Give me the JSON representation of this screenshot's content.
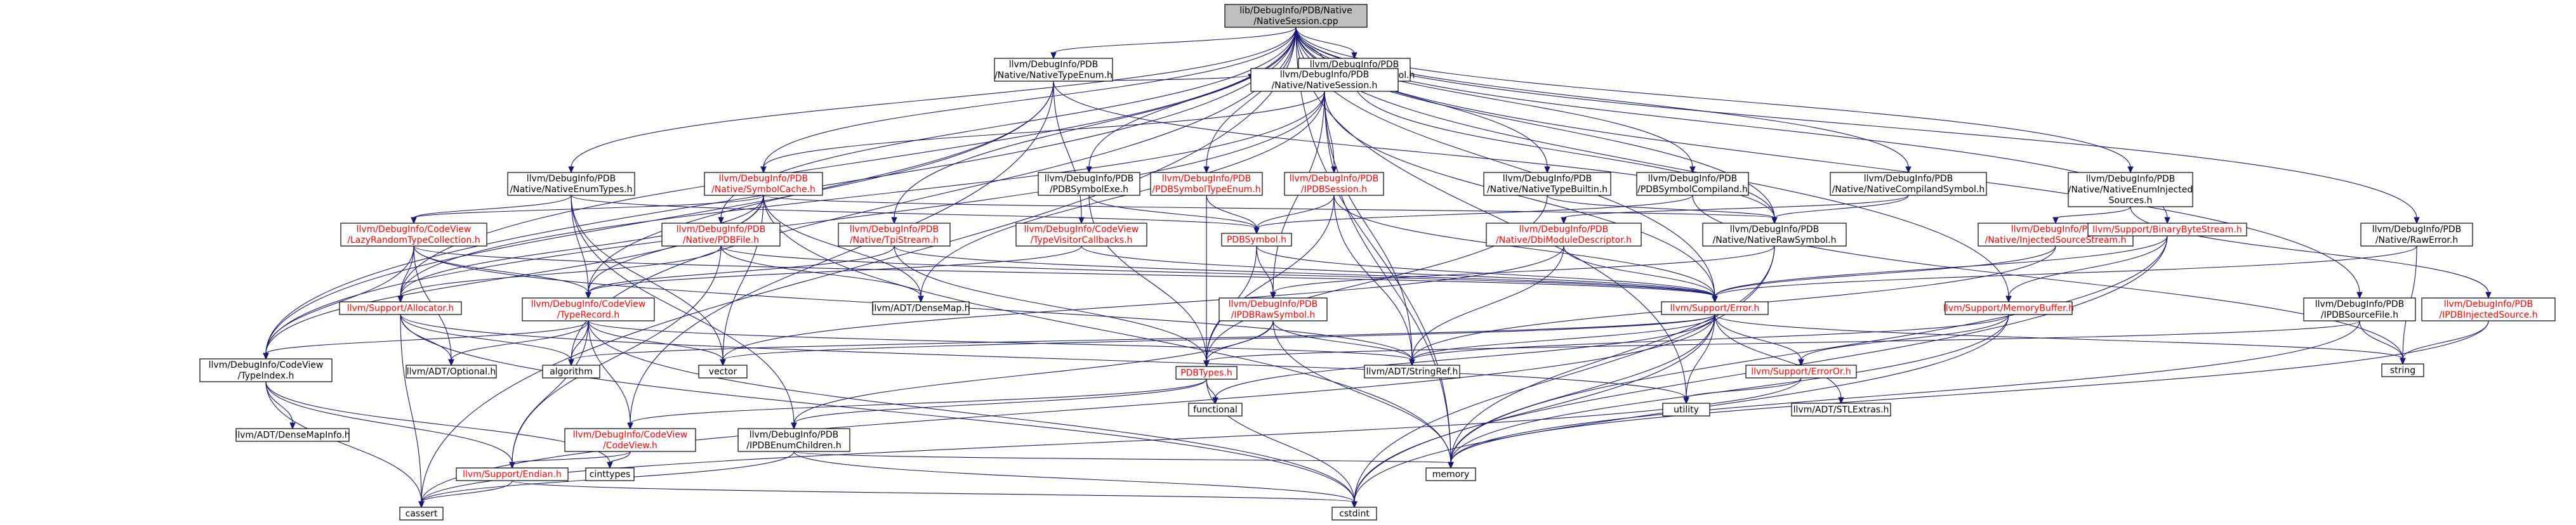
{
  "colors": {
    "edge": "#191970",
    "root_fill": "#bfbfbf",
    "node_fill": "#ffffff",
    "text_normal": "#000000",
    "text_link_red": "#ff0000",
    "node_border_normal": "#000000",
    "node_border_red": "#ff0000",
    "node_border_gray": "#bfbfbf"
  },
  "nodes": [
    {
      "id": "root",
      "lines": [
        "lib/DebugInfo/PDB/Native",
        "/NativeSession.cpp"
      ],
      "style": "root"
    },
    {
      "id": "nativetypeenum",
      "lines": [
        "llvm/DebugInfo/PDB",
        "/Native/NativeTypeEnum.h"
      ],
      "style": "normal"
    },
    {
      "id": "nativeexesymbol",
      "lines": [
        "llvm/DebugInfo/PDB",
        "/Native/NativeExeSymbol.h"
      ],
      "style": "normal"
    },
    {
      "id": "nativesession",
      "lines": [
        "llvm/DebugInfo/PDB",
        "/Native/NativeSession.h"
      ],
      "style": "normal"
    },
    {
      "id": "nativeenumtypes",
      "lines": [
        "llvm/DebugInfo/PDB",
        "/Native/NativeEnumTypes.h"
      ],
      "style": "normal"
    },
    {
      "id": "symbolcache",
      "lines": [
        "llvm/DebugInfo/PDB",
        "/Native/SymbolCache.h"
      ],
      "style": "red"
    },
    {
      "id": "pdbsymbolexe",
      "lines": [
        "llvm/DebugInfo/PDB",
        "/PDBSymbolExe.h"
      ],
      "style": "normal"
    },
    {
      "id": "pdbsymboltypeenum",
      "lines": [
        "llvm/DebugInfo/PDB",
        "/PDBSymbolTypeEnum.h"
      ],
      "style": "red"
    },
    {
      "id": "pdbsession",
      "lines": [
        "llvm/DebugInfo/PDB",
        "/IPDBSession.h"
      ],
      "style": "red"
    },
    {
      "id": "nativetypebuiltin",
      "lines": [
        "llvm/DebugInfo/PDB",
        "/Native/NativeTypeBuiltin.h"
      ],
      "style": "normal"
    },
    {
      "id": "pdbsymbolcompiland",
      "lines": [
        "llvm/DebugInfo/PDB",
        "/PDBSymbolCompiland.h"
      ],
      "style": "normal"
    },
    {
      "id": "nativecompilandsymbol",
      "lines": [
        "llvm/DebugInfo/PDB",
        "/Native/NativeCompilandSymbol.h"
      ],
      "style": "normal"
    },
    {
      "id": "nativeenuminjected",
      "lines": [
        "llvm/DebugInfo/PDB",
        "/Native/NativeEnumInjected",
        "Sources.h"
      ],
      "style": "normal"
    },
    {
      "id": "lazyrandom",
      "lines": [
        "llvm/DebugInfo/CodeView",
        "/LazyRandomTypeCollection.h"
      ],
      "style": "red"
    },
    {
      "id": "pdbfile",
      "lines": [
        "llvm/DebugInfo/PDB",
        "/Native/PDBFile.h"
      ],
      "style": "red"
    },
    {
      "id": "tpistream",
      "lines": [
        "llvm/DebugInfo/PDB",
        "/Native/TpiStream.h"
      ],
      "style": "red"
    },
    {
      "id": "typevisitorcallbacks",
      "lines": [
        "llvm/DebugInfo/CodeView",
        "/TypeVisitorCallbacks.h"
      ],
      "style": "red"
    },
    {
      "id": "pdbsymbol",
      "lines": [
        "PDBSymbol.h"
      ],
      "style": "red"
    },
    {
      "id": "dbimoduledescriptor",
      "lines": [
        "llvm/DebugInfo/PDB",
        "/Native/DbiModuleDescriptor.h"
      ],
      "style": "red"
    },
    {
      "id": "nativerawsymbol",
      "lines": [
        "llvm/DebugInfo/PDB",
        "/Native/NativeRawSymbol.h"
      ],
      "style": "normal"
    },
    {
      "id": "injectedsourcestream",
      "lines": [
        "llvm/DebugInfo/PDB",
        "/Native/InjectedSourceStream.h"
      ],
      "style": "red"
    },
    {
      "id": "binarybytestream",
      "lines": [
        "llvm/Support/BinaryByteStream.h"
      ],
      "style": "red"
    },
    {
      "id": "rawerror",
      "lines": [
        "llvm/DebugInfo/PDB",
        "/Native/RawError.h"
      ],
      "style": "normal"
    },
    {
      "id": "allocator",
      "lines": [
        "llvm/Support/Allocator.h"
      ],
      "style": "red"
    },
    {
      "id": "typerecord",
      "lines": [
        "llvm/DebugInfo/CodeView",
        "/TypeRecord.h"
      ],
      "style": "red"
    },
    {
      "id": "densemap",
      "lines": [
        "llvm/ADT/DenseMap.h"
      ],
      "style": "gray"
    },
    {
      "id": "pdbrawsymbol",
      "lines": [
        "llvm/DebugInfo/PDB",
        "/IPDBRawSymbol.h"
      ],
      "style": "red"
    },
    {
      "id": "error",
      "lines": [
        "llvm/Support/Error.h"
      ],
      "style": "red"
    },
    {
      "id": "memorybuffer",
      "lines": [
        "llvm/Support/MemoryBuffer.h"
      ],
      "style": "red"
    },
    {
      "id": "pdbsourcefile",
      "lines": [
        "llvm/DebugInfo/PDB",
        "/IPDBSourceFile.h"
      ],
      "style": "normal"
    },
    {
      "id": "pdbinjectedsource",
      "lines": [
        "llvm/DebugInfo/PDB",
        "/IPDBInjectedSource.h"
      ],
      "style": "red"
    },
    {
      "id": "typeindex",
      "lines": [
        "llvm/DebugInfo/CodeView",
        "/TypeIndex.h"
      ],
      "style": "normal"
    },
    {
      "id": "optional",
      "lines": [
        "llvm/ADT/Optional.h"
      ],
      "style": "gray"
    },
    {
      "id": "algorithm",
      "lines": [
        "algorithm"
      ],
      "style": "gray"
    },
    {
      "id": "vector",
      "lines": [
        "vector"
      ],
      "style": "gray"
    },
    {
      "id": "pdbtypes",
      "lines": [
        "PDBTypes.h"
      ],
      "style": "red"
    },
    {
      "id": "stringref",
      "lines": [
        "llvm/ADT/StringRef.h"
      ],
      "style": "gray"
    },
    {
      "id": "errororr",
      "lines": [
        "llvm/Support/ErrorOr.h"
      ],
      "style": "red"
    },
    {
      "id": "stlextras",
      "lines": [
        "llvm/ADT/STLExtras.h"
      ],
      "style": "gray"
    },
    {
      "id": "string",
      "lines": [
        "string"
      ],
      "style": "gray"
    },
    {
      "id": "densemapinfo",
      "lines": [
        "llvm/ADT/DenseMapInfo.h"
      ],
      "style": "gray"
    },
    {
      "id": "codeview",
      "lines": [
        "llvm/DebugInfo/CodeView",
        "/CodeView.h"
      ],
      "style": "red"
    },
    {
      "id": "ipdbenumchildren",
      "lines": [
        "llvm/DebugInfo/PDB",
        "/IPDBEnumChildren.h"
      ],
      "style": "normal"
    },
    {
      "id": "functional",
      "lines": [
        "functional"
      ],
      "style": "gray"
    },
    {
      "id": "utility",
      "lines": [
        "utility"
      ],
      "style": "gray"
    },
    {
      "id": "cinttypes",
      "lines": [
        "cinttypes"
      ],
      "style": "gray"
    },
    {
      "id": "memory",
      "lines": [
        "memory"
      ],
      "style": "gray"
    },
    {
      "id": "endian",
      "lines": [
        "llvm/Support/Endian.h"
      ],
      "style": "red"
    },
    {
      "id": "cassert",
      "lines": [
        "cassert"
      ],
      "style": "gray"
    },
    {
      "id": "cstdint",
      "lines": [
        "cstdint"
      ],
      "style": "gray"
    }
  ],
  "edges": [
    [
      "root",
      "nativetypeenum"
    ],
    [
      "root",
      "nativeexesymbol"
    ],
    [
      "root",
      "nativesession"
    ],
    [
      "root",
      "nativeenumtypes"
    ],
    [
      "root",
      "symbolcache"
    ],
    [
      "root",
      "pdbsymbolexe"
    ],
    [
      "root",
      "pdbsymboltypeenum"
    ],
    [
      "root",
      "nativetypebuiltin"
    ],
    [
      "root",
      "pdbsymbolcompiland"
    ],
    [
      "root",
      "nativecompilandsymbol"
    ],
    [
      "root",
      "nativeenuminjected"
    ],
    [
      "root",
      "pdbfile"
    ],
    [
      "root",
      "tpistream"
    ],
    [
      "root",
      "binarybytestream"
    ],
    [
      "root",
      "rawerror"
    ],
    [
      "root",
      "allocator"
    ],
    [
      "root",
      "typeindex"
    ],
    [
      "root",
      "error"
    ],
    [
      "root",
      "memorybuffer"
    ],
    [
      "root",
      "nativerawsymbol"
    ],
    [
      "root",
      "pdbsourcefile"
    ],
    [
      "root",
      "cassert"
    ],
    [
      "root",
      "algorithm"
    ],
    [
      "root",
      "utility"
    ],
    [
      "root",
      "memory"
    ],
    [
      "nativetypeenum",
      "nativesession"
    ],
    [
      "nativetypeenum",
      "typevisitorcallbacks"
    ],
    [
      "nativetypeenum",
      "nativerawsymbol"
    ],
    [
      "nativetypeenum",
      "typerecord"
    ],
    [
      "nativetypeenum",
      "typeindex"
    ],
    [
      "nativetypeenum",
      "codeview"
    ],
    [
      "nativeexesymbol",
      "nativesession"
    ],
    [
      "nativeexesymbol",
      "nativerawsymbol"
    ],
    [
      "nativesession",
      "symbolcache"
    ],
    [
      "nativesession",
      "pdbsession"
    ],
    [
      "nativesession",
      "pdbrawsymbol"
    ],
    [
      "nativesession",
      "densemap"
    ],
    [
      "nativesession",
      "allocator"
    ],
    [
      "nativesession",
      "error"
    ],
    [
      "nativesession",
      "stringref"
    ],
    [
      "nativesession",
      "typeindex"
    ],
    [
      "nativesession",
      "memory"
    ],
    [
      "nativeenumtypes",
      "lazyrandom"
    ],
    [
      "nativeenumtypes",
      "typerecord"
    ],
    [
      "nativeenumtypes",
      "pdbsymbol"
    ],
    [
      "nativeenumtypes",
      "vector"
    ],
    [
      "nativeenumtypes",
      "ipdbenumchildren"
    ],
    [
      "symbolcache",
      "allocator"
    ],
    [
      "symbolcache",
      "densemap"
    ],
    [
      "symbolcache",
      "typerecord"
    ],
    [
      "symbolcache",
      "typeindex"
    ],
    [
      "symbolcache",
      "nativerawsymbol"
    ],
    [
      "symbolcache",
      "memory"
    ],
    [
      "symbolcache",
      "vector"
    ],
    [
      "symbolcache",
      "lazyrandom"
    ],
    [
      "pdbsymbolexe",
      "pdbsymbol"
    ],
    [
      "pdbsymbolexe",
      "pdbtypes"
    ],
    [
      "pdbsymboltypeenum",
      "pdbsymbol"
    ],
    [
      "pdbsymboltypeenum",
      "pdbtypes"
    ],
    [
      "pdbsession",
      "pdbsymbol"
    ],
    [
      "pdbsession",
      "pdbtypes"
    ],
    [
      "pdbsession",
      "stringref"
    ],
    [
      "pdbsession",
      "error"
    ],
    [
      "nativetypebuiltin",
      "nativerawsymbol"
    ],
    [
      "nativetypebuiltin",
      "pdbtypes"
    ],
    [
      "pdbsymbolcompiland",
      "pdbsymbol"
    ],
    [
      "pdbsymbolcompiland",
      "string"
    ],
    [
      "nativecompilandsymbol",
      "nativerawsymbol"
    ],
    [
      "nativecompilandsymbol",
      "dbimoduledescriptor"
    ],
    [
      "nativeenuminjected",
      "injectedsourcestream"
    ],
    [
      "nativeenuminjected",
      "pdbinjectedsource"
    ],
    [
      "lazyrandom",
      "typerecord"
    ],
    [
      "lazyrandom",
      "typeindex"
    ],
    [
      "lazyrandom",
      "allocator"
    ],
    [
      "lazyrandom",
      "optional"
    ],
    [
      "lazyrandom",
      "stringref"
    ],
    [
      "lazyrandom",
      "error"
    ],
    [
      "pdbfile",
      "allocator"
    ],
    [
      "pdbfile",
      "densemap"
    ],
    [
      "pdbfile",
      "error"
    ],
    [
      "pdbfile",
      "endian"
    ],
    [
      "tpistream",
      "typerecord"
    ],
    [
      "tpistream",
      "pdbtypes"
    ],
    [
      "tpistream",
      "error"
    ],
    [
      "typevisitorcallbacks",
      "typerecord"
    ],
    [
      "typevisitorcallbacks",
      "error"
    ],
    [
      "pdbsymbol",
      "pdbrawsymbol"
    ],
    [
      "pdbsymbol",
      "pdbtypes"
    ],
    [
      "pdbsymbol",
      "error"
    ],
    [
      "dbimoduledescriptor",
      "stringref"
    ],
    [
      "dbimoduledescriptor",
      "error"
    ],
    [
      "dbimoduledescriptor",
      "vector"
    ],
    [
      "nativerawsymbol",
      "pdbrawsymbol"
    ],
    [
      "nativerawsymbol",
      "cstdint"
    ],
    [
      "nativerawsymbol",
      "memory"
    ],
    [
      "injectedsourcestream",
      "error"
    ],
    [
      "injectedsourcestream",
      "stringref"
    ],
    [
      "binarybytestream",
      "error"
    ],
    [
      "binarybytestream",
      "memorybuffer"
    ],
    [
      "binarybytestream",
      "memory"
    ],
    [
      "binarybytestream",
      "cstdint"
    ],
    [
      "rawerror",
      "error"
    ],
    [
      "rawerror",
      "string"
    ],
    [
      "allocator",
      "optional"
    ],
    [
      "allocator",
      "algorithm"
    ],
    [
      "allocator",
      "cassert"
    ],
    [
      "allocator",
      "cstdint"
    ],
    [
      "allocator",
      "utility"
    ],
    [
      "typerecord",
      "typeindex"
    ],
    [
      "typerecord",
      "codeview"
    ],
    [
      "typerecord",
      "optional"
    ],
    [
      "typerecord",
      "stringref"
    ],
    [
      "typerecord",
      "endian"
    ],
    [
      "typerecord",
      "vector"
    ],
    [
      "typerecord",
      "algorithm"
    ],
    [
      "typerecord",
      "cstdint"
    ],
    [
      "pdbrawsymbol",
      "pdbtypes"
    ],
    [
      "pdbrawsymbol",
      "stringref"
    ],
    [
      "pdbrawsymbol",
      "memory"
    ],
    [
      "pdbrawsymbol",
      "ipdbenumchildren"
    ],
    [
      "error",
      "stringref"
    ],
    [
      "error",
      "errororr"
    ],
    [
      "error",
      "stlextras"
    ],
    [
      "error",
      "algorithm"
    ],
    [
      "error",
      "cassert"
    ],
    [
      "error",
      "cstdint"
    ],
    [
      "error",
      "functional"
    ],
    [
      "error",
      "memory"
    ],
    [
      "error",
      "string"
    ],
    [
      "error",
      "utility"
    ],
    [
      "error",
      "vector"
    ],
    [
      "memorybuffer",
      "stringref"
    ],
    [
      "memorybuffer",
      "errororr"
    ],
    [
      "memorybuffer",
      "cstdint"
    ],
    [
      "memorybuffer",
      "memory"
    ],
    [
      "pdbsourcefile",
      "pdbtypes"
    ],
    [
      "pdbsourcefile",
      "string"
    ],
    [
      "pdbsourcefile",
      "memory"
    ],
    [
      "pdbinjectedsource",
      "string"
    ],
    [
      "pdbinjectedsource",
      "memory"
    ],
    [
      "typeindex",
      "endian"
    ],
    [
      "typeindex",
      "densemapinfo"
    ],
    [
      "typeindex",
      "cassert"
    ],
    [
      "typeindex",
      "cinttypes"
    ],
    [
      "pdbtypes",
      "codeview"
    ],
    [
      "pdbtypes",
      "ipdbenumchildren"
    ],
    [
      "pdbtypes",
      "functional"
    ],
    [
      "pdbtypes",
      "cstdint"
    ],
    [
      "errororr",
      "utility"
    ],
    [
      "errororr",
      "cassert"
    ],
    [
      "codeview",
      "cinttypes"
    ],
    [
      "codeview",
      "endian"
    ],
    [
      "ipdbenumchildren",
      "cassert"
    ],
    [
      "ipdbenumchildren",
      "cstdint"
    ],
    [
      "ipdbenumchildren",
      "memory"
    ],
    [
      "endian",
      "cassert"
    ],
    [
      "endian",
      "cstdint"
    ]
  ]
}
